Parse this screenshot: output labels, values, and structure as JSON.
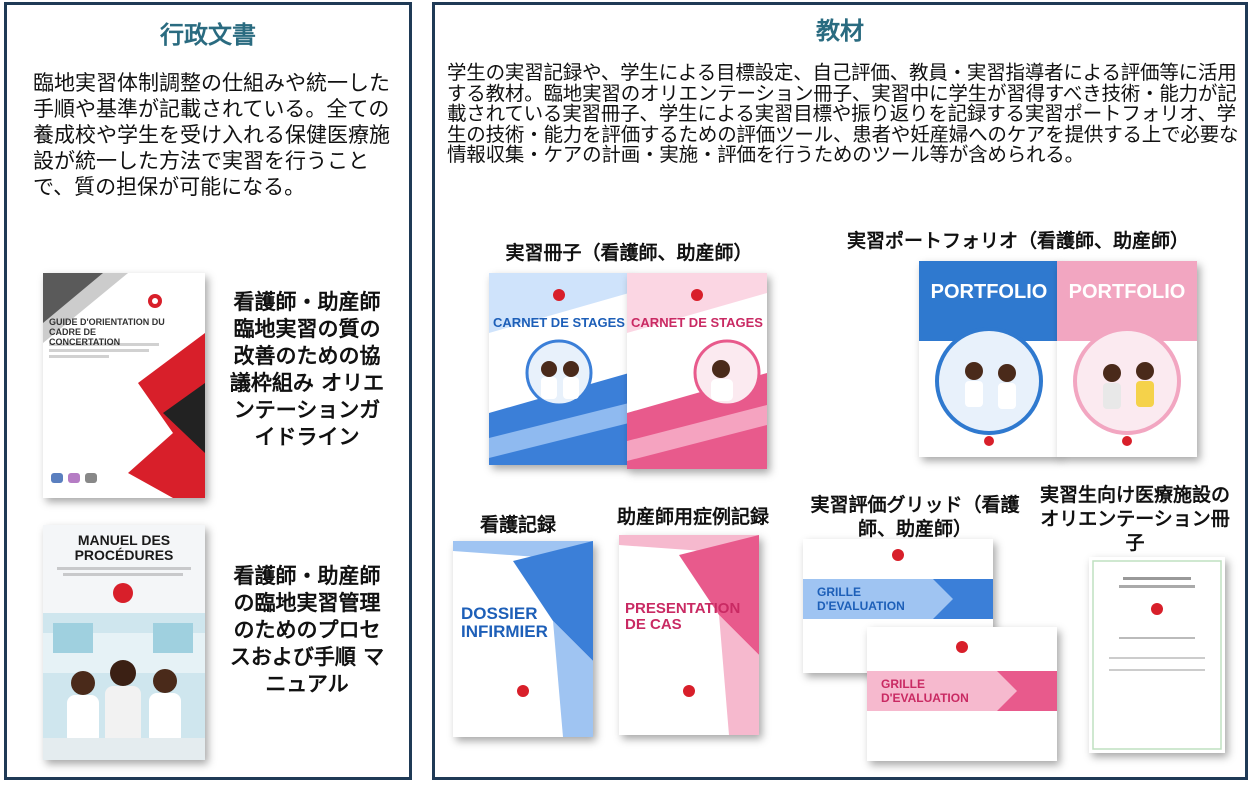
{
  "left": {
    "title": "行政文書",
    "description": "臨地実習体制調整の仕組みや統一した手順や基準が記載されている。全ての養成校や学生を受け入れる保健医療施設が統一した方法で実習を行うことで、質の担保が可能になる。",
    "items": [
      {
        "label": "看護師・助産師臨地実習の質の改善のための協議枠組み オリエンテーションガイドライン",
        "cover_title": "GUIDE D'ORIENTATION DU CADRE DE CONCERTATION"
      },
      {
        "label": "看護師・助産師の臨地実習管理のためのプロセスおよび手順 マニュアル",
        "cover_title": "MANUEL DES PROCÉDURES"
      }
    ]
  },
  "right": {
    "title": "教材",
    "description": "学生の実習記録や、学生による目標設定、自己評価、教員・実習指導者による評価等に活用する教材。臨地実習のオリエンテーション冊子、実習中に学生が習得すべき技術・能力が記載されている実習冊子、学生による実習目標や振り返りを記録する実習ポートフォリオ、学生の技術・能力を評価するための評価ツール、患者や妊産婦へのケアを提供する上で必要な情報収集・ケアの計画・実施・評価を行うためのツール等が含められる。",
    "items": [
      {
        "label": "実習冊子（看護師、助産師）",
        "covers": [
          "CARNET DE STAGES",
          "CARNET DE STAGES"
        ]
      },
      {
        "label": "実習ポートフォリオ（看護師、助産師）",
        "covers": [
          "PORTFOLIO",
          "PORTFOLIO"
        ]
      },
      {
        "label": "看護記録",
        "covers": [
          "DOSSIER INFIRMIER"
        ]
      },
      {
        "label": "助産師用症例記録",
        "covers": [
          "PRESENTATION DE CAS"
        ]
      },
      {
        "label": "実習評価グリッド（看護師、助産師）",
        "covers": [
          "GRILLE D'EVALUATION",
          "GRILLE D'EVALUATION"
        ]
      },
      {
        "label": "実習生向け医療施設のオリエンテーション冊子",
        "covers": []
      }
    ]
  },
  "colors": {
    "border": "#1f3a56",
    "title": "#2a6b80",
    "nurse_blue": "#3b7fd8",
    "midwife_pink": "#e85a8c",
    "guide_red": "#d81f2a"
  }
}
